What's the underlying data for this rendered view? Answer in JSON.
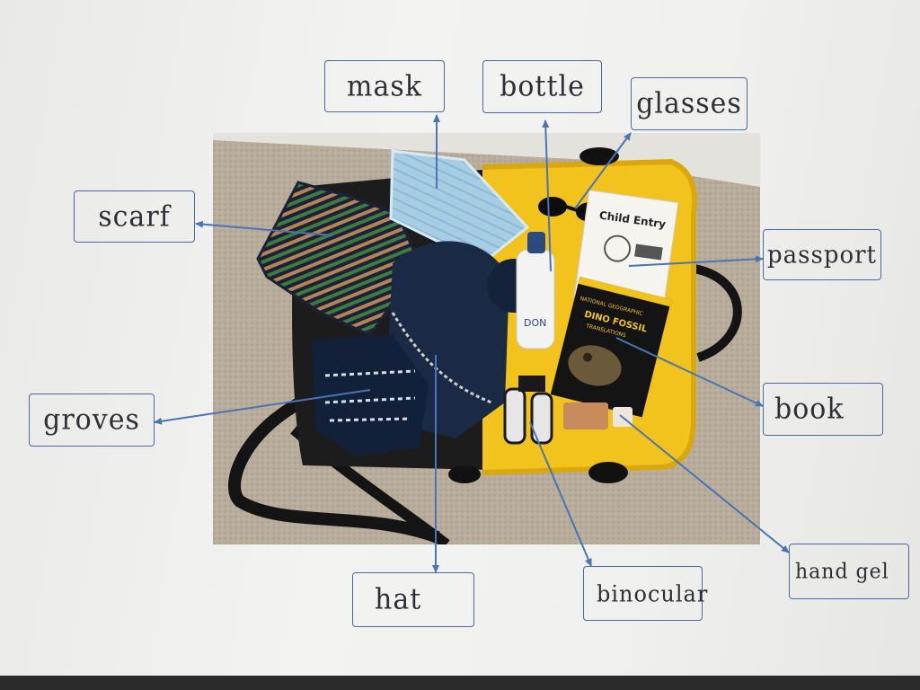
{
  "labels": {
    "mask": "mask",
    "bottle": "bottle",
    "glasses": "glasses",
    "scarf": "scarf",
    "passport": "passport",
    "groves": "groves",
    "book": "book",
    "hat": "hat",
    "binocular": "binocular",
    "hand_gel": "hand gel"
  },
  "photo_text": {
    "passport_title": "Child Entry",
    "book_brand": "NATIONAL GEOGRAPHIC",
    "book_title": "DINO FOSSIL",
    "book_sub": "TRANSLATIONS",
    "bottle_text": "DON"
  },
  "colors": {
    "box_border": "#4a6aa6",
    "arrow": "#4a74b4",
    "suitcase": "#f2c31d",
    "carpet": "#b7aa98"
  }
}
